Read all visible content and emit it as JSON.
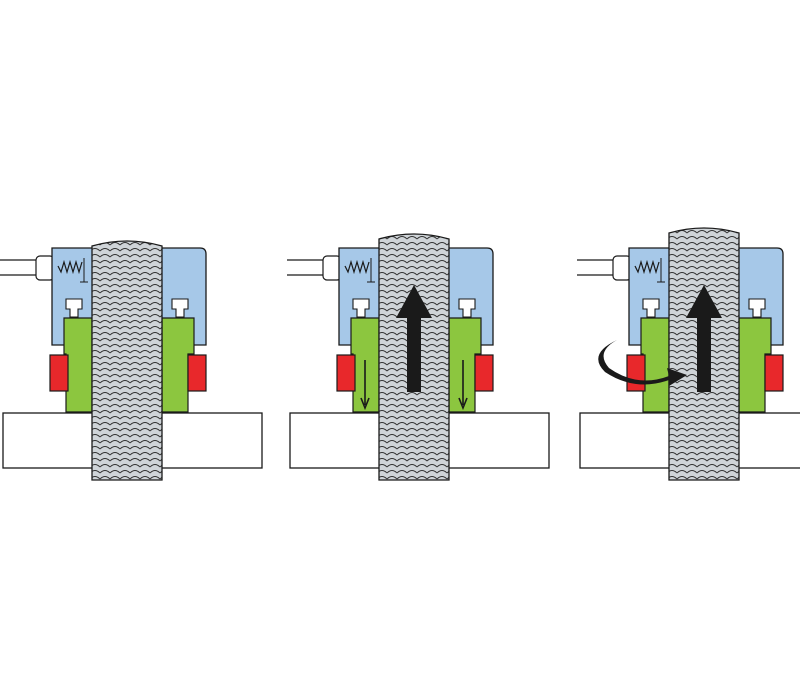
{
  "figure": {
    "panels": [
      {
        "stage": "initial",
        "bolt_arrow": "none",
        "ring_arrows": "none",
        "ring_rotation_arrow": "none"
      },
      {
        "stage": "tensioning",
        "bolt_arrow": "up",
        "ring_arrows": "down",
        "ring_rotation_arrow": "none"
      },
      {
        "stage": "ring-turned",
        "bolt_arrow": "up",
        "ring_arrows": "none",
        "ring_rotation_arrow": "clockwise"
      }
    ],
    "colors": {
      "head": "#a6c8e8",
      "piston": "#8cc63f",
      "ring": "#e8282b",
      "plate": "#ffffff",
      "bolt": "#cfd4d8",
      "outline": "#1a1a1a",
      "arrow": "#1a1a1a"
    },
    "icons": [
      "hydraulic-hose-icon",
      "spring-icon",
      "up-arrow-icon",
      "down-arrow-icon",
      "curved-arrow-icon"
    ]
  }
}
